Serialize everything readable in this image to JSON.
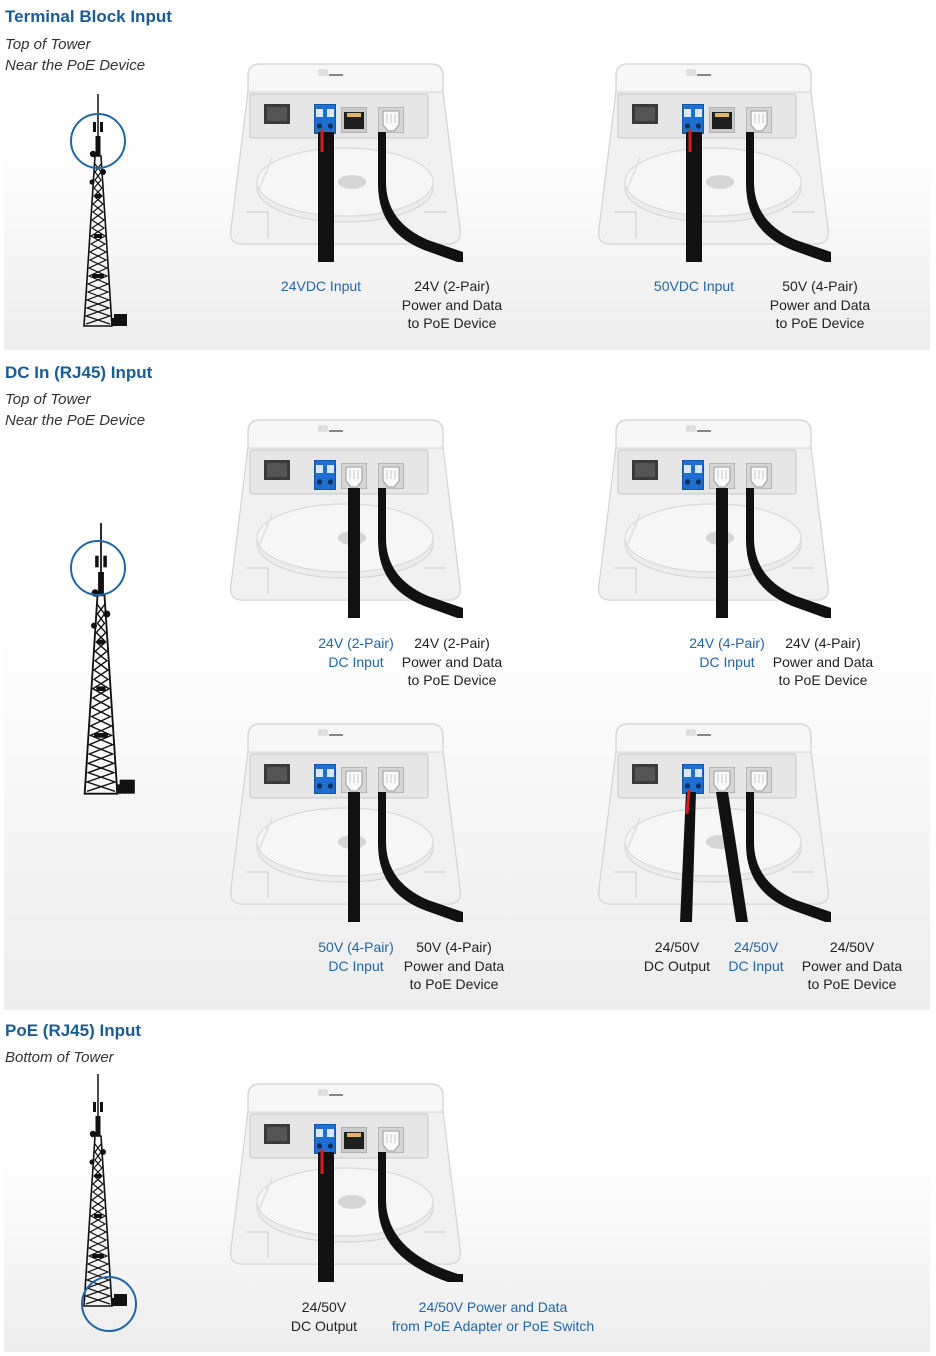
{
  "sections": [
    {
      "title": "Terminal Block Input",
      "subtitle": [
        "Top of Tower",
        "Near the PoE Device"
      ],
      "panels": [
        {
          "labels": [
            {
              "lines": [
                "24VDC Input"
              ],
              "color": "blue"
            },
            {
              "lines": [
                "24V (2-Pair)",
                "Power and Data",
                "to PoE Device"
              ],
              "color": "black"
            }
          ]
        },
        {
          "labels": [
            {
              "lines": [
                "50VDC Input"
              ],
              "color": "blue"
            },
            {
              "lines": [
                "50V (4-Pair)",
                "Power and Data",
                "to PoE Device"
              ],
              "color": "black"
            }
          ]
        }
      ]
    },
    {
      "title": "DC In (RJ45) Input",
      "subtitle": [
        "Top of Tower",
        "Near the PoE Device"
      ],
      "panels": [
        {
          "labels": [
            {
              "lines": [
                "24V (2-Pair)",
                "DC Input"
              ],
              "color": "blue"
            },
            {
              "lines": [
                "24V (2-Pair)",
                "Power and Data",
                "to PoE Device"
              ],
              "color": "black"
            }
          ]
        },
        {
          "labels": [
            {
              "lines": [
                "24V (4-Pair)",
                "DC Input"
              ],
              "color": "blue"
            },
            {
              "lines": [
                "24V (4-Pair)",
                "Power and Data",
                "to PoE Device"
              ],
              "color": "black"
            }
          ]
        },
        {
          "labels": [
            {
              "lines": [
                "50V (4-Pair)",
                "DC Input"
              ],
              "color": "blue"
            },
            {
              "lines": [
                "50V (4-Pair)",
                "Power and Data",
                "to PoE Device"
              ],
              "color": "black"
            }
          ]
        },
        {
          "labels": [
            {
              "lines": [
                "24/50V",
                "DC Output"
              ],
              "color": "black"
            },
            {
              "lines": [
                "24/50V",
                "DC Input"
              ],
              "color": "blue"
            },
            {
              "lines": [
                "24/50V",
                "Power and Data",
                "to PoE Device"
              ],
              "color": "black"
            }
          ]
        }
      ]
    },
    {
      "title": "PoE (RJ45) Input",
      "subtitle": [
        "Bottom of Tower"
      ],
      "panels": [
        {
          "labels": [
            {
              "lines": [
                "24/50V",
                "DC Output"
              ],
              "color": "black"
            },
            {
              "lines": [
                "24/50V  Power and Data",
                "from PoE Adapter or PoE Switch"
              ],
              "color": "blue"
            }
          ]
        }
      ]
    }
  ],
  "colors": {
    "heading_blue": "#1a5c96",
    "label_blue": "#1f67a8",
    "label_black": "#222222",
    "highlight_ring": "#1f67a8",
    "terminal_block": "#1e6fd0"
  },
  "icons": [
    "tower-icon",
    "highlight-ring-icon",
    "poe-unit-icon",
    "terminal-block-icon",
    "rj45-port-icon",
    "cable-icon"
  ]
}
